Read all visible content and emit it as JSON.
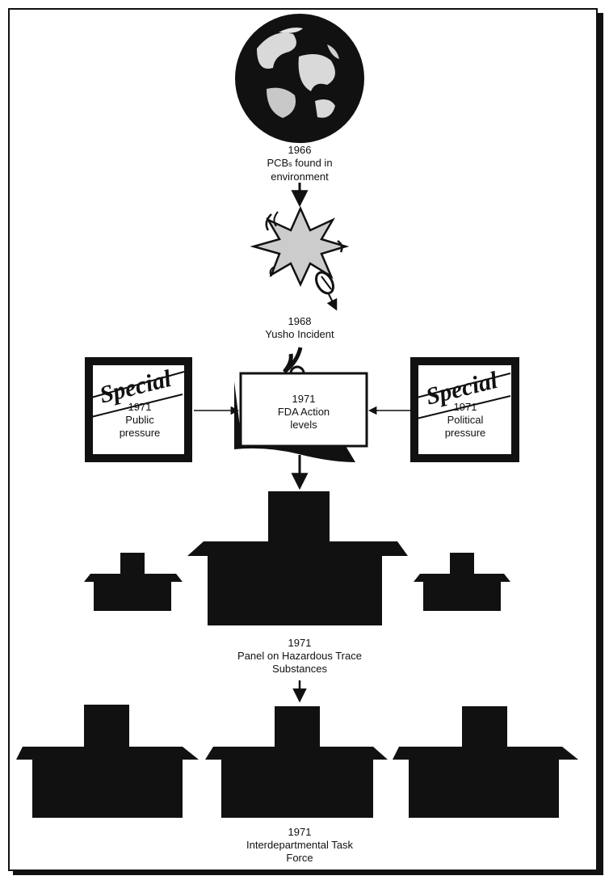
{
  "events": [
    {
      "year": "1966",
      "line1_main": "PCB",
      "line1_sub": "s",
      "line1_rest": " found in",
      "line2": "environment",
      "icon": "globe-icon"
    },
    {
      "year": "1968",
      "line1": "Yusho Incident",
      "icon": "explosion-icon"
    },
    {
      "year": "1971",
      "line1": "FDA Action",
      "line2": "levels",
      "icon": "document-icon"
    },
    {
      "year": "1971",
      "line1": "Public",
      "line2": "pressure",
      "stamp": "Special",
      "icon": "newspaper-icon"
    },
    {
      "year": "1971",
      "line1": "Political",
      "line2": "pressure",
      "stamp": "Special",
      "icon": "newspaper-icon"
    },
    {
      "year": "1971",
      "line1": "Panel on Hazardous Trace",
      "line2": "Substances",
      "icon": "building-icon"
    },
    {
      "year": "1971",
      "line1": "Interdepartmental Task",
      "line2": "Force",
      "icon": "building-icon"
    }
  ],
  "colors": {
    "ink": "#111111",
    "globe_light": "#d9d9d9",
    "burst": "#cccccc"
  }
}
